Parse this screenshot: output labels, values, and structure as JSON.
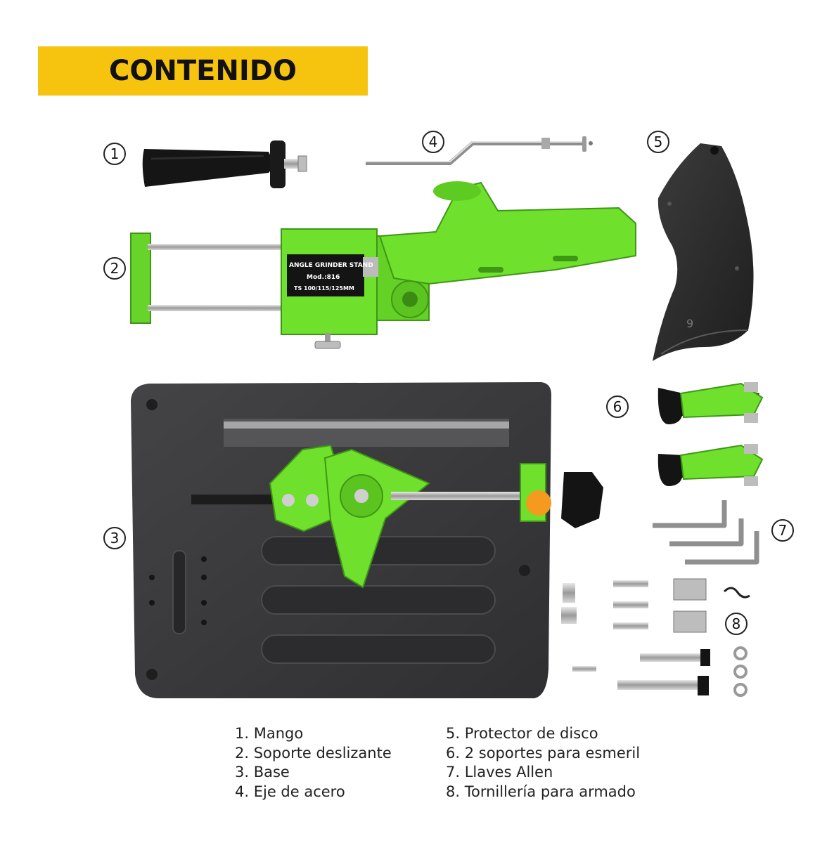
{
  "banner": {
    "title": "CONTENIDO",
    "color": "#f6c30f"
  },
  "colors": {
    "accent_green": "#6fe02c",
    "base_dark": "#3a3a3c",
    "badge_border": "#222222"
  },
  "badges": [
    "1",
    "2",
    "3",
    "4",
    "5",
    "6",
    "7",
    "8"
  ],
  "stand_label": {
    "line1": "ANGLE GRINDER STAND",
    "line2": "Mod.:816",
    "line3": "TS 100/115/125MM"
  },
  "guard_mark": "9",
  "legend": {
    "left": [
      "1. Mango",
      "2. Soporte deslizante",
      "3. Base",
      "4. Eje de acero"
    ],
    "right": [
      "5. Protector de disco",
      "6. 2 soportes para esmeril",
      "7. Llaves Allen",
      "8. Tornillería para armado"
    ]
  }
}
